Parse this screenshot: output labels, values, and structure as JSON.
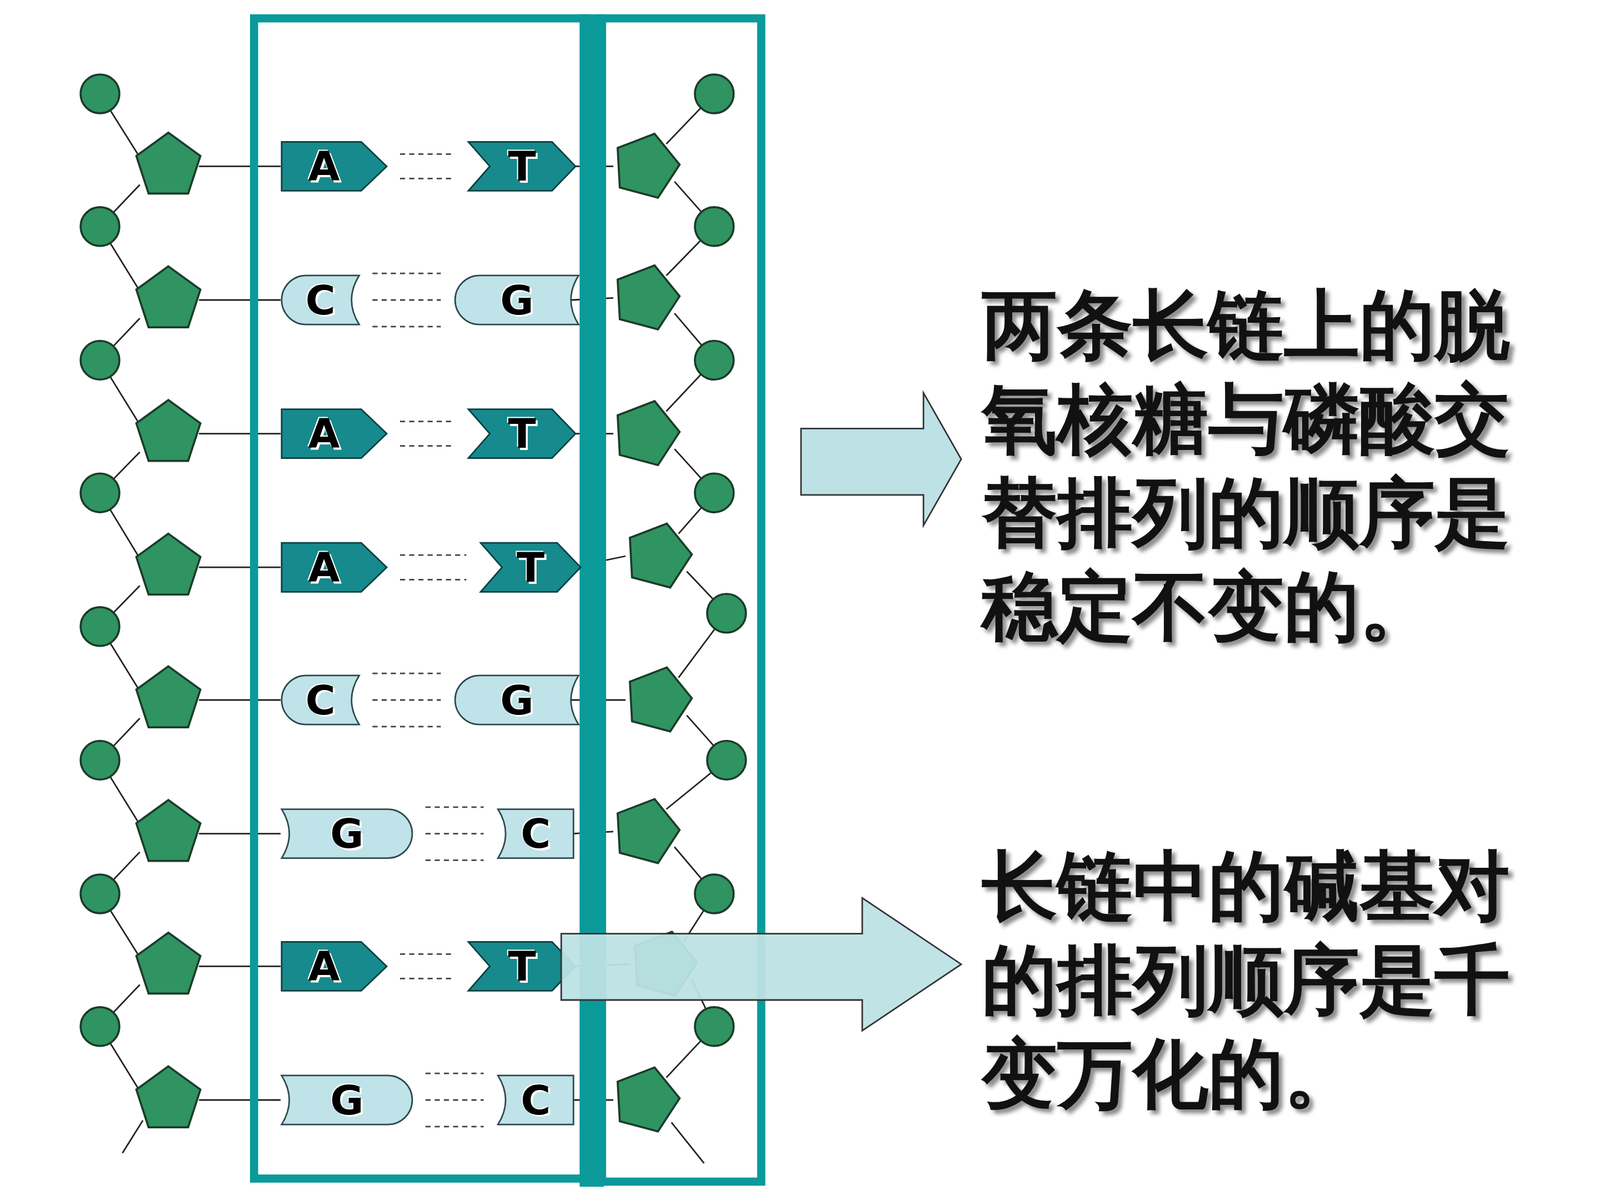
{
  "diagram": {
    "nodes": [
      {
        "text": [
          "A"
        ]
      },
      {
        "text": [
          "T"
        ]
      },
      {
        "text": [
          "C"
        ]
      },
      {
        "text": [
          "G"
        ]
      },
      {
        "text": [
          "A"
        ]
      },
      {
        "text": [
          "T"
        ]
      },
      {
        "text": [
          "A"
        ]
      },
      {
        "text": [
          "T"
        ]
      },
      {
        "text": [
          "C"
        ]
      },
      {
        "text": [
          "G"
        ]
      },
      {
        "text": [
          "G"
        ]
      },
      {
        "text": [
          "C"
        ]
      },
      {
        "text": [
          "A"
        ]
      },
      {
        "text": [
          "T"
        ]
      },
      {
        "text": [
          "G"
        ]
      },
      {
        "text": [
          "C"
        ]
      }
    ],
    "edges": [
      {
        "from": 0,
        "to": 1,
        "arrow": "none"
      },
      {
        "from": 2,
        "to": 3,
        "arrow": "none"
      },
      {
        "from": 4,
        "to": 5,
        "arrow": "none"
      },
      {
        "from": 6,
        "to": 7,
        "arrow": "none"
      },
      {
        "from": 8,
        "to": 9,
        "arrow": "none"
      },
      {
        "from": 10,
        "to": 11,
        "arrow": "none"
      },
      {
        "from": 12,
        "to": 13,
        "arrow": "none"
      },
      {
        "from": 14,
        "to": 15,
        "arrow": "none"
      }
    ],
    "labels": [
      "两条长链上的脱氧核糖与磷酸交替排列的顺序是稳定不变的。",
      "长链中的碱基对的排列顺序是千变万化的。"
    ]
  }
}
